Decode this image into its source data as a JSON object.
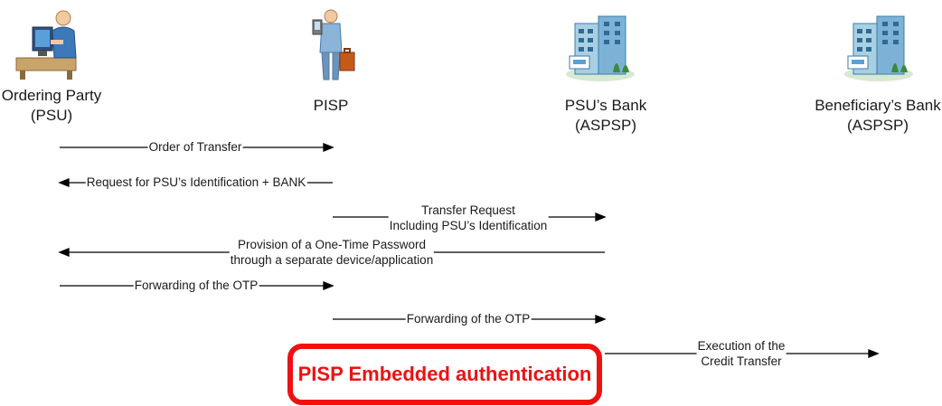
{
  "actors": {
    "psu": {
      "name": "Ordering Party",
      "role": "(PSU)"
    },
    "pisp": {
      "name": "PISP"
    },
    "psu_bank": {
      "name": "PSU’s Bank",
      "role": "(ASPSP)"
    },
    "beneficiary_bank": {
      "name": "Beneficiary’s Bank",
      "role": "(ASPSP)"
    }
  },
  "messages": [
    {
      "lines": [
        "Order of Transfer"
      ]
    },
    {
      "lines": [
        "Request for PSU’s Identification + BANK"
      ]
    },
    {
      "lines": [
        "Transfer Request",
        "Including PSU’s Identification"
      ]
    },
    {
      "lines": [
        "Provision of a One-Time Password",
        "through a separate device/application"
      ]
    },
    {
      "lines": [
        "Forwarding of the OTP"
      ]
    },
    {
      "lines": [
        "Forwarding of the OTP"
      ]
    },
    {
      "lines": [
        "Execution of the",
        "Credit Transfer"
      ]
    }
  ],
  "badge": {
    "label": "PISP Embedded authentication",
    "color": "#ee1111"
  },
  "icons": [
    "person-at-computer-icon",
    "businessman-with-briefcase-icon",
    "bank-building-icon",
    "bank-building-icon"
  ]
}
